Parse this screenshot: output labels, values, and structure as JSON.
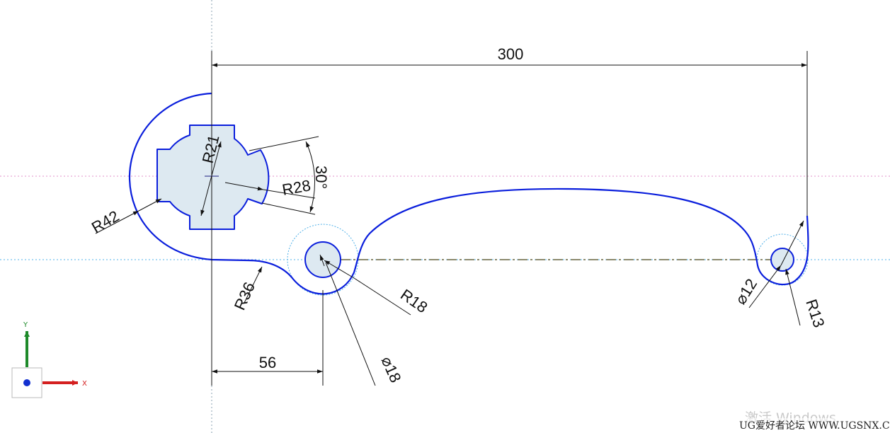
{
  "colors": {
    "profile": "#0a1edc",
    "fill": "#dde9f1",
    "centerline": "#8c8a6e",
    "construction": "#4fb0e8",
    "guide": "#e090c8",
    "dimension": "#111111",
    "axis_x": "#d42020",
    "axis_y": "#1e8a2a",
    "origin": "#1230d0"
  },
  "dimensions": {
    "overall_length": "300",
    "offset_x": "56",
    "outer_radius": "R42",
    "key_radius_inner": "R21",
    "key_radius_outer": "R28",
    "key_angle": "30°",
    "blend_radius": "R36",
    "middle_radius": "R18",
    "middle_hole_dia": "⌀18",
    "end_radius": "R13",
    "end_hole_dia": "⌀12"
  },
  "axes": {
    "x_label": "X",
    "y_label": "Y"
  },
  "watermark": {
    "activate": "激活 Windows",
    "forum": "UG爱好者论坛 WWW.UGSNX.COM"
  }
}
